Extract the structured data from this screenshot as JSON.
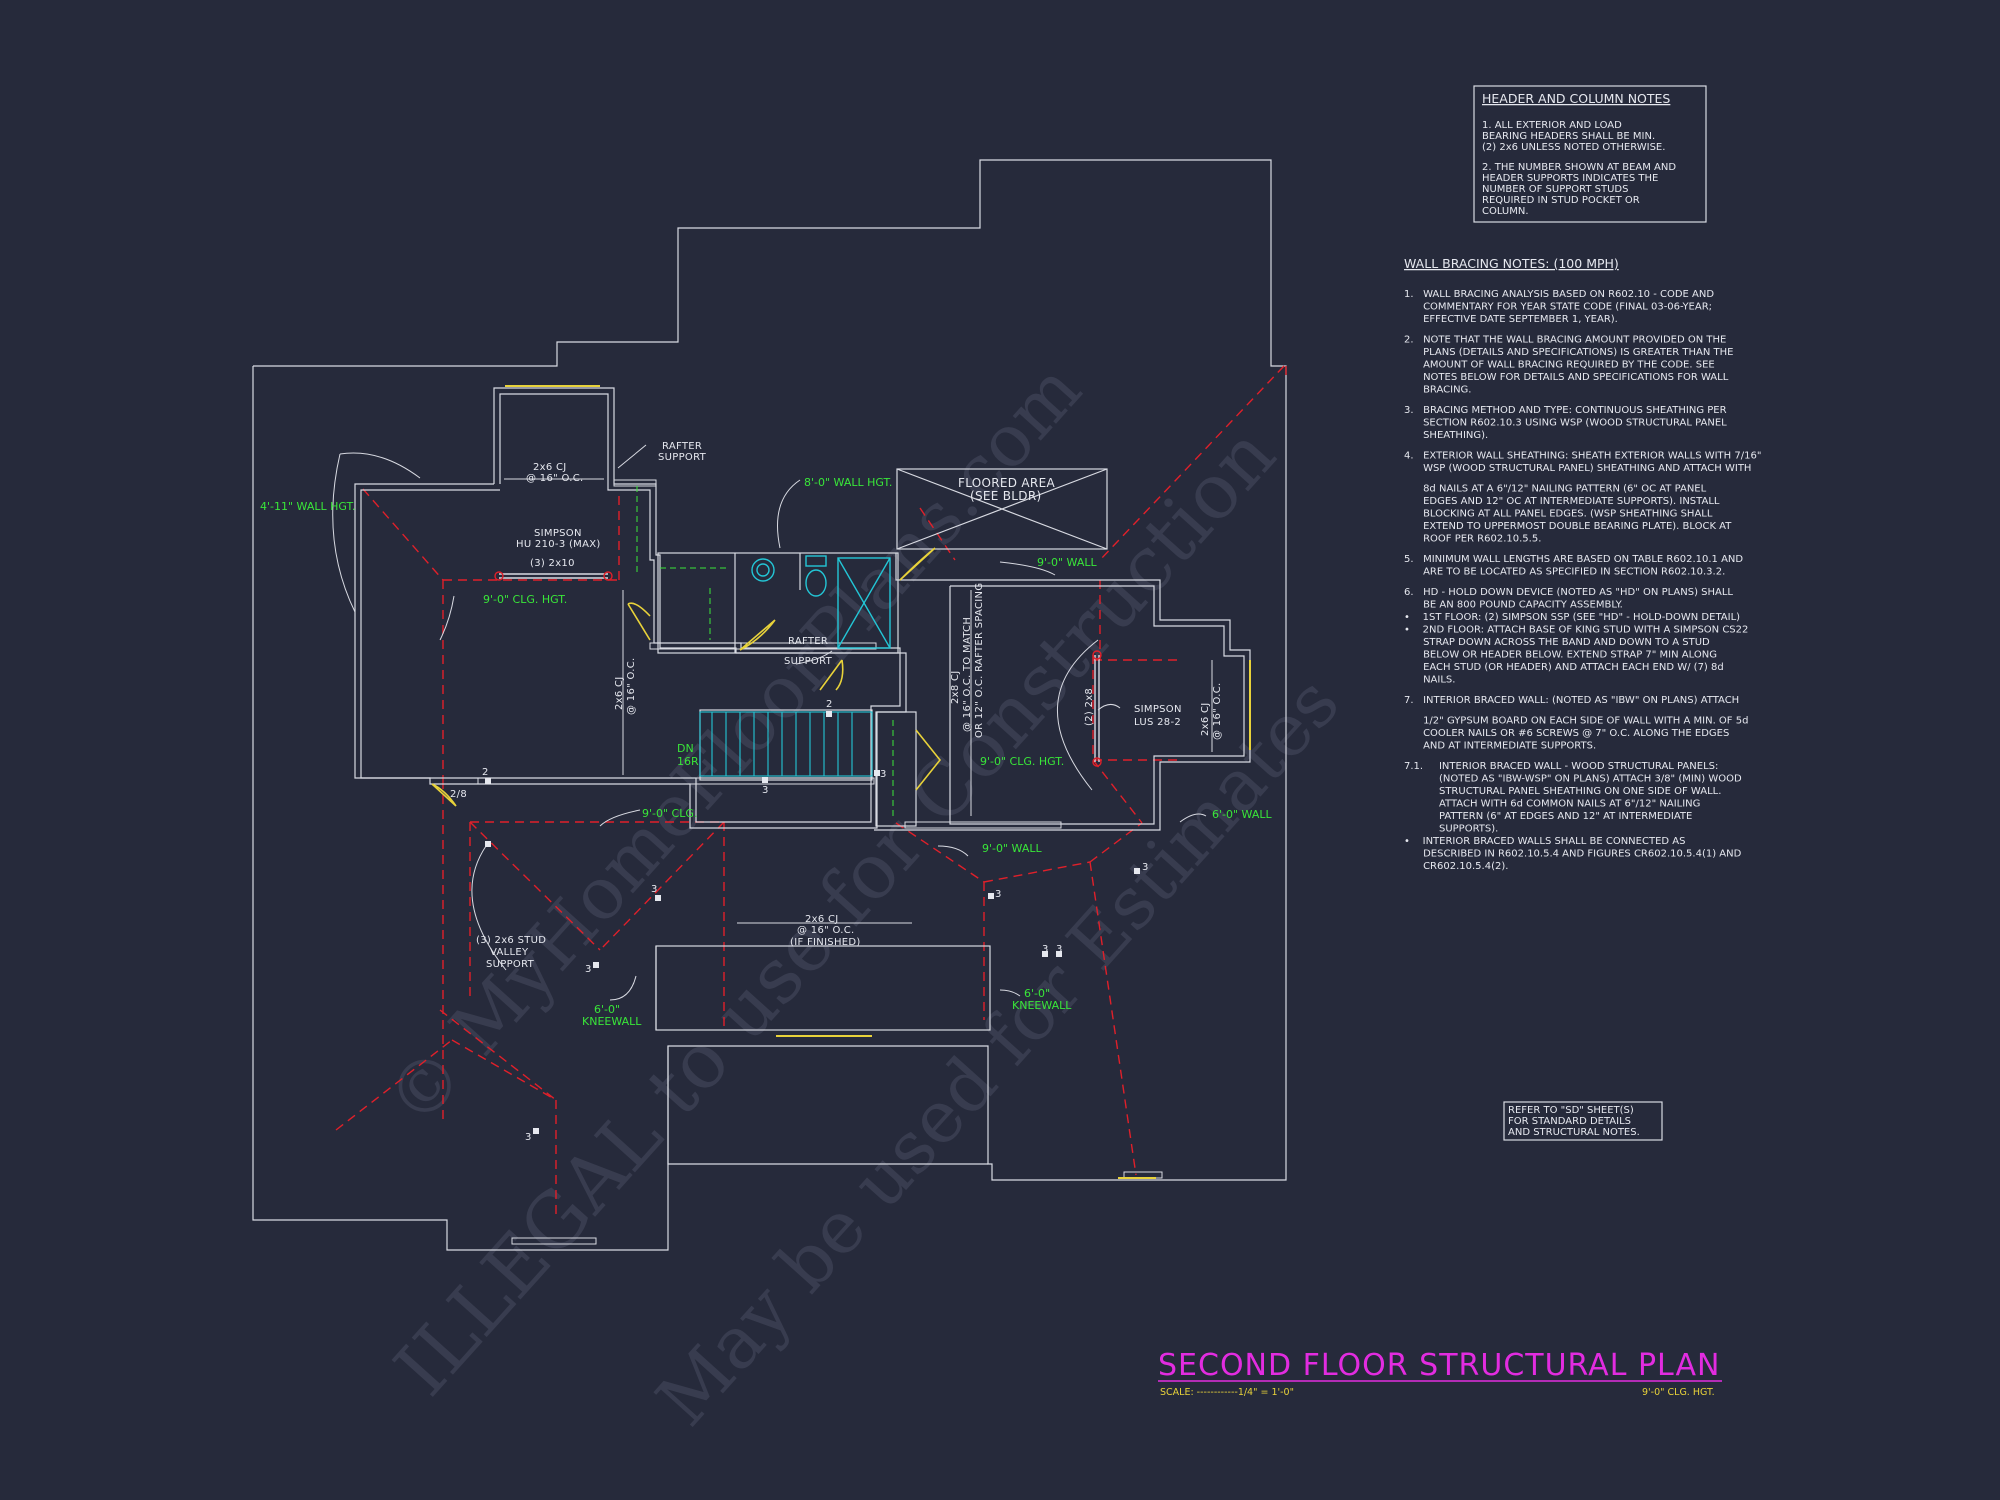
{
  "header_notes": {
    "title": "HEADER AND COLUMN NOTES",
    "lines": [
      "1. ALL EXTERIOR AND LOAD",
      "BEARING HEADERS SHALL BE MIN.",
      "(2) 2x6 UNLESS NOTED OTHERWISE.",
      "2. THE NUMBER SHOWN AT BEAM AND",
      "HEADER SUPPORTS INDICATES THE",
      "NUMBER OF SUPPORT STUDS",
      "REQUIRED IN STUD POCKET OR",
      "COLUMN."
    ]
  },
  "bracing_notes": {
    "title": "WALL BRACING NOTES: (100 MPH)",
    "lines": [
      "1.   WALL BRACING ANALYSIS BASED ON R602.10 - CODE AND",
      "      COMMENTARY FOR YEAR STATE CODE (FINAL 03-06-YEAR;",
      "      EFFECTIVE DATE SEPTEMBER 1, YEAR).",
      "2.   NOTE THAT THE WALL BRACING AMOUNT PROVIDED ON THE",
      "      PLANS (DETAILS AND SPECIFICATIONS) IS GREATER THAN THE",
      "      AMOUNT OF WALL BRACING REQUIRED BY THE CODE. SEE",
      "      NOTES BELOW FOR DETAILS AND SPECIFICATIONS FOR WALL",
      "      BRACING.",
      "3.   BRACING METHOD AND TYPE: CONTINUOUS SHEATHING PER",
      "      SECTION R602.10.3 USING WSP (WOOD STRUCTURAL PANEL",
      "      SHEATHING).",
      "4.   EXTERIOR WALL SHEATHING: SHEATH EXTERIOR WALLS WITH 7/16\"",
      "      WSP (WOOD STRUCTURAL PANEL) SHEATHING AND ATTACH WITH",
      "      8d NAILS AT A 6\"/12\" NAILING PATTERN (6\" OC AT PANEL",
      "      EDGES AND 12\" OC AT INTERMEDIATE SUPPORTS). INSTALL",
      "      BLOCKING AT ALL PANEL EDGES. (WSP SHEATHING SHALL",
      "      EXTEND TO UPPERMOST DOUBLE BEARING PLATE). BLOCK AT",
      "      ROOF PER R602.10.5.5.",
      "5.   MINIMUM WALL LENGTHS ARE BASED ON TABLE R602.10.1 AND",
      "      ARE TO BE LOCATED AS SPECIFIED IN SECTION R602.10.3.2.",
      "6.   HD - HOLD DOWN DEVICE (NOTED AS \"HD\" ON PLANS) SHALL",
      "      BE AN 800 POUND CAPACITY ASSEMBLY.",
      "•    1ST FLOOR: (2) SIMPSON SSP (SEE \"HD\" - HOLD-DOWN DETAIL)",
      "•    2ND FLOOR: ATTACH BASE OF KING STUD WITH A SIMPSON CS22",
      "      STRAP DOWN ACROSS THE BAND AND DOWN TO A STUD",
      "      BELOW OR HEADER BELOW. EXTEND STRAP 7\" MIN ALONG",
      "      EACH STUD (OR HEADER) AND ATTACH EACH END W/ (7) 8d",
      "      NAILS.",
      "7.   INTERIOR BRACED WALL: (NOTED AS \"IBW\" ON PLANS) ATTACH",
      "      1/2\" GYPSUM BOARD ON EACH SIDE OF WALL WITH A MIN. OF 5d",
      "      COOLER NAILS OR #6 SCREWS @ 7\" O.C. ALONG THE EDGES",
      "      AND AT INTERMEDIATE SUPPORTS.",
      "7.1.     INTERIOR BRACED WALL - WOOD STRUCTURAL PANELS:",
      "           (NOTED AS \"IBW-WSP\" ON PLANS) ATTACH 3/8\" (MIN) WOOD",
      "           STRUCTURAL PANEL SHEATHING ON ONE SIDE OF WALL.",
      "           ATTACH WITH 6d COMMON NAILS AT 6\"/12\" NAILING",
      "           PATTERN (6\" AT EDGES AND 12\" AT INTERMEDIATE",
      "           SUPPORTS).",
      "•    INTERIOR BRACED WALLS SHALL BE CONNECTED AS",
      "      DESCRIBED IN R602.10.5.4 AND FIGURES CR602.10.5.4(1) AND",
      "      CR602.10.5.4(2)."
    ]
  },
  "refer_note": [
    "REFER TO \"SD\" SHEET(S)",
    "FOR STANDARD DETAILS",
    "AND STRUCTURAL NOTES."
  ],
  "title_block": {
    "title": "SECOND FLOOR STRUCTURAL PLAN",
    "scale": "SCALE: ------------1/4\" = 1'-0\"",
    "ceiling": "9'-0\" CLG. HGT."
  },
  "plan_labels": {
    "rafter_support_1": [
      "RAFTER",
      "SUPPORT"
    ],
    "cj_top": [
      "2x6 CJ",
      "@ 16\" O.C."
    ],
    "simpson_hu": [
      "SIMPSON",
      "HU 210-3 (MAX)"
    ],
    "beam_3x10": "(3) 2x10",
    "clg_left": "9'-0\" CLG. HGT.",
    "wall_left": "4'-11\" WALL HGT.",
    "wall_8ft": "8'-0\" WALL HGT.",
    "floored_area": [
      "FLOORED AREA",
      "(SEE BLDR)"
    ],
    "wall_9_upper": "9'-0\" WALL",
    "rafter_support_2": [
      "RAFTER",
      "SUPPORT"
    ],
    "cj_left_vert": [
      "2x6 CJ",
      "@ 16\" O.C."
    ],
    "cj_center_vert": [
      "2x8 CJ",
      "@ 16\" O.C. TO MATCH",
      "OR 12\" O.C. RAFTER SPACING"
    ],
    "beam_2x8": "(2) 2x8",
    "simpson_lus": [
      "SIMPSON",
      "LUS 28-2"
    ],
    "cj_right_vert": [
      "2x6 CJ",
      "@ 16\" O.C."
    ],
    "stair": [
      "DN",
      "16R"
    ],
    "clg_center": "9'-0\" CLG. HGT.",
    "clg_9": "9'-0\" CLG.",
    "wall_9_lower": "9'-0\" WALL",
    "wall_6_right": "6'-0\" WALL",
    "cj_bottom": [
      "2x6 CJ",
      "@ 16\" O.C.",
      "(IF FINISHED)"
    ],
    "stud_valley": [
      "(3) 2x6 STUD",
      "VALLEY",
      "SUPPORT"
    ],
    "kneewall_left": [
      "6'-0\"",
      "KNEEWALL"
    ],
    "kneewall_right": [
      "6'-0\"",
      "KNEEWALL"
    ],
    "post_2": "2",
    "post_3": "3",
    "post_2_8": "2/8"
  },
  "watermark": [
    "© MyHomeFloorPlans.com",
    "ILLEGAL to use for Construction",
    "May be used for Estimates"
  ],
  "colors": {
    "background": "#262a3b",
    "linework": "#d8dae2",
    "red_dashed": "#e0202a",
    "green_text": "#39e639",
    "yellow_window": "#e8d23a",
    "cyan_fixture": "#23c6d6",
    "magenta_title": "#e22ce0"
  }
}
